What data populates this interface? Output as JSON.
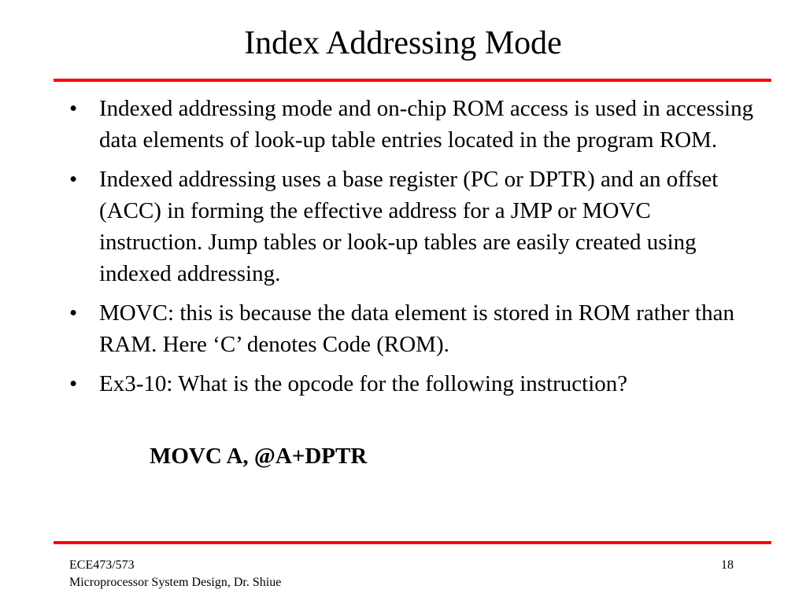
{
  "slide": {
    "title": "Index Addressing Mode",
    "bullet_symbol": "•",
    "bullets": [
      "Indexed addressing mode and on-chip ROM access is used in accessing data elements of look-up table entries located in the program ROM.",
      "Indexed addressing uses a base register (PC or DPTR) and an offset (ACC) in forming the effective address for a JMP or MOVC instruction. Jump tables or look-up tables are easily created using indexed addressing.",
      "MOVC: this is because the data element is stored in ROM rather than RAM. Here ‘C’ denotes Code (ROM).",
      "Ex3-10: What is the opcode for the following instruction?"
    ],
    "code_line": "MOVC A, @A+DPTR"
  },
  "footer": {
    "course": "ECE473/573",
    "subtitle": "Microprocessor System Design, Dr. Shiue",
    "page_number": "18"
  },
  "colors": {
    "rule": "#ff0000",
    "text": "#000000",
    "background": "#ffffff"
  }
}
